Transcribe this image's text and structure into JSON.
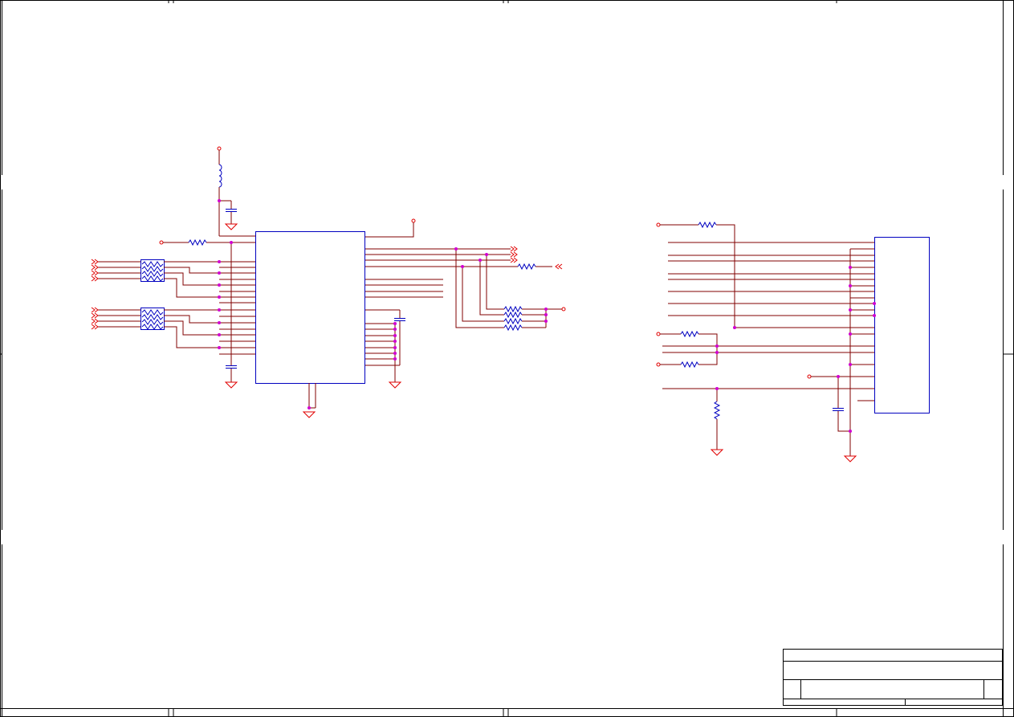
{
  "schematic": {
    "title_block": {
      "title": "",
      "revision": "",
      "sheet": ""
    },
    "colors": {
      "wire": "#800000",
      "component": "#0000c0",
      "power_ground": "#e00000",
      "frame": "#000000",
      "junction": "#d000d0"
    },
    "components": [
      {
        "type": "inductor",
        "name": "left-supply-inductor"
      },
      {
        "type": "capacitor",
        "name": "left-supply-capacitor"
      },
      {
        "type": "resistor",
        "name": "left-input-resistor"
      },
      {
        "type": "resistor-network",
        "name": "left-resistor-network-upper"
      },
      {
        "type": "resistor-network",
        "name": "left-resistor-network-lower"
      },
      {
        "type": "ic",
        "name": "left-main-ic"
      },
      {
        "type": "capacitor",
        "name": "left-bypass-capacitor"
      },
      {
        "type": "capacitor",
        "name": "left-output-capacitor"
      },
      {
        "type": "resistor",
        "name": "left-output-resistor-series"
      },
      {
        "type": "resistor",
        "name": "left-output-resistor-a"
      },
      {
        "type": "resistor",
        "name": "left-output-resistor-b"
      },
      {
        "type": "resistor",
        "name": "left-output-resistor-c"
      },
      {
        "type": "ic",
        "name": "right-connector"
      },
      {
        "type": "resistor",
        "name": "right-top-resistor"
      },
      {
        "type": "resistor",
        "name": "right-mid-resistor-a"
      },
      {
        "type": "resistor",
        "name": "right-mid-resistor-b"
      },
      {
        "type": "resistor",
        "name": "right-pulldown-resistor"
      },
      {
        "type": "capacitor",
        "name": "right-decoupling-capacitor"
      }
    ]
  }
}
